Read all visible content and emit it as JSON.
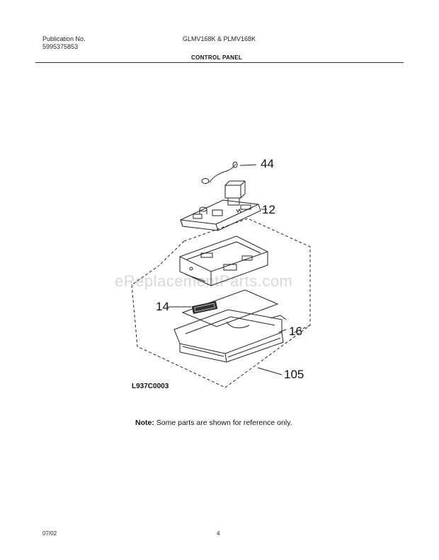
{
  "header": {
    "publication_label": "Publication No.",
    "publication_number": "5995375853",
    "models": "GLMV168K & PLMV168K",
    "section_title": "CONTROL PANEL"
  },
  "diagram": {
    "callouts": [
      "44",
      "12",
      "14",
      "16",
      "105"
    ],
    "drawing_code": "L937C0003",
    "watermark": "eReplacementParts.com"
  },
  "note": {
    "label": "Note:",
    "text": " Some parts are shown for reference only."
  },
  "footer": {
    "date": "07/02",
    "page": "4"
  }
}
